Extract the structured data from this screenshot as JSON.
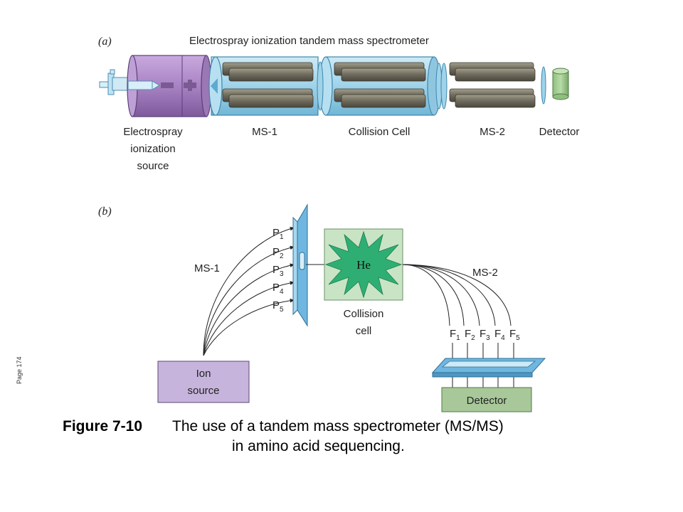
{
  "panel_a": {
    "letter": "(a)",
    "title": "Electrospray ionization tandem mass spectrometer",
    "labels": {
      "source_line1": "Electrospray",
      "source_line2": "ionization",
      "source_line3": "source",
      "ms1": "MS-1",
      "collision": "Collision Cell",
      "ms2": "MS-2",
      "detector": "Detector"
    }
  },
  "panel_b": {
    "letter": "(b)",
    "ms1": "MS-1",
    "ms2": "MS-2",
    "ion_source_line1": "Ion",
    "ion_source_line2": "source",
    "collision_line1": "Collision",
    "collision_line2": "cell",
    "gas": "He",
    "detector": "Detector",
    "precursors": [
      {
        "letter": "P",
        "sub": "1"
      },
      {
        "letter": "P",
        "sub": "2"
      },
      {
        "letter": "P",
        "sub": "3"
      },
      {
        "letter": "P",
        "sub": "4"
      },
      {
        "letter": "P",
        "sub": "5"
      }
    ],
    "fragments": [
      {
        "letter": "F",
        "sub": "1"
      },
      {
        "letter": "F",
        "sub": "2"
      },
      {
        "letter": "F",
        "sub": "3"
      },
      {
        "letter": "F",
        "sub": "4"
      },
      {
        "letter": "F",
        "sub": "5"
      }
    ]
  },
  "caption": {
    "label": "Figure 7-10",
    "line1": "The use of a tandem mass spectrometer (MS/MS)",
    "line2": "in amino acid sequencing."
  },
  "page_number": "Page 174",
  "colors": {
    "source_purple": "#a883c4",
    "tube_blue": "#9fd3ea",
    "rod_gray": "#6e6a5c",
    "detector_green": "#a8c89a",
    "collision_bg": "#c9e4c5",
    "starburst_green": "#2fae73",
    "plate_blue": "#6fb7e0"
  }
}
